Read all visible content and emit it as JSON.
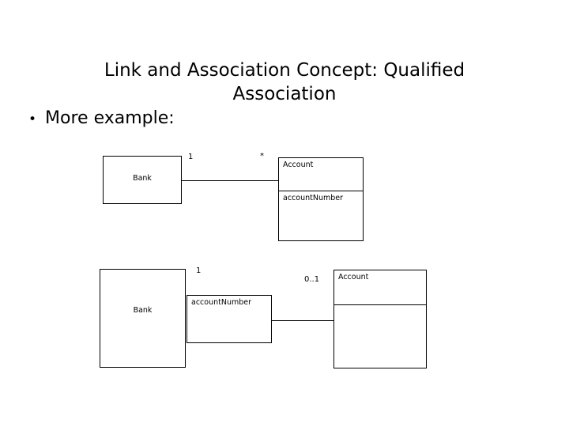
{
  "slide": {
    "title": "Link and Association Concept: Qualified\nAssociation",
    "bullet": {
      "glyph": "•",
      "text": "More example:"
    },
    "background_color": "#ffffff",
    "stroke_color": "#000000"
  },
  "diagrams": [
    {
      "id": "plain-association",
      "caption_role": "unqualified association example",
      "source_class": {
        "name": "Bank"
      },
      "source_multiplicity": "1",
      "target_multiplicity": "*",
      "target_class": {
        "name": "Account",
        "attributes": [
          "accountNumber"
        ]
      }
    },
    {
      "id": "qualified-association",
      "caption_role": "qualified association example",
      "source_class": {
        "name": "Bank"
      },
      "source_multiplicity": "1",
      "qualifier": "accountNumber",
      "target_multiplicity": "0..1",
      "target_class": {
        "name": "Account",
        "attributes": []
      }
    }
  ]
}
